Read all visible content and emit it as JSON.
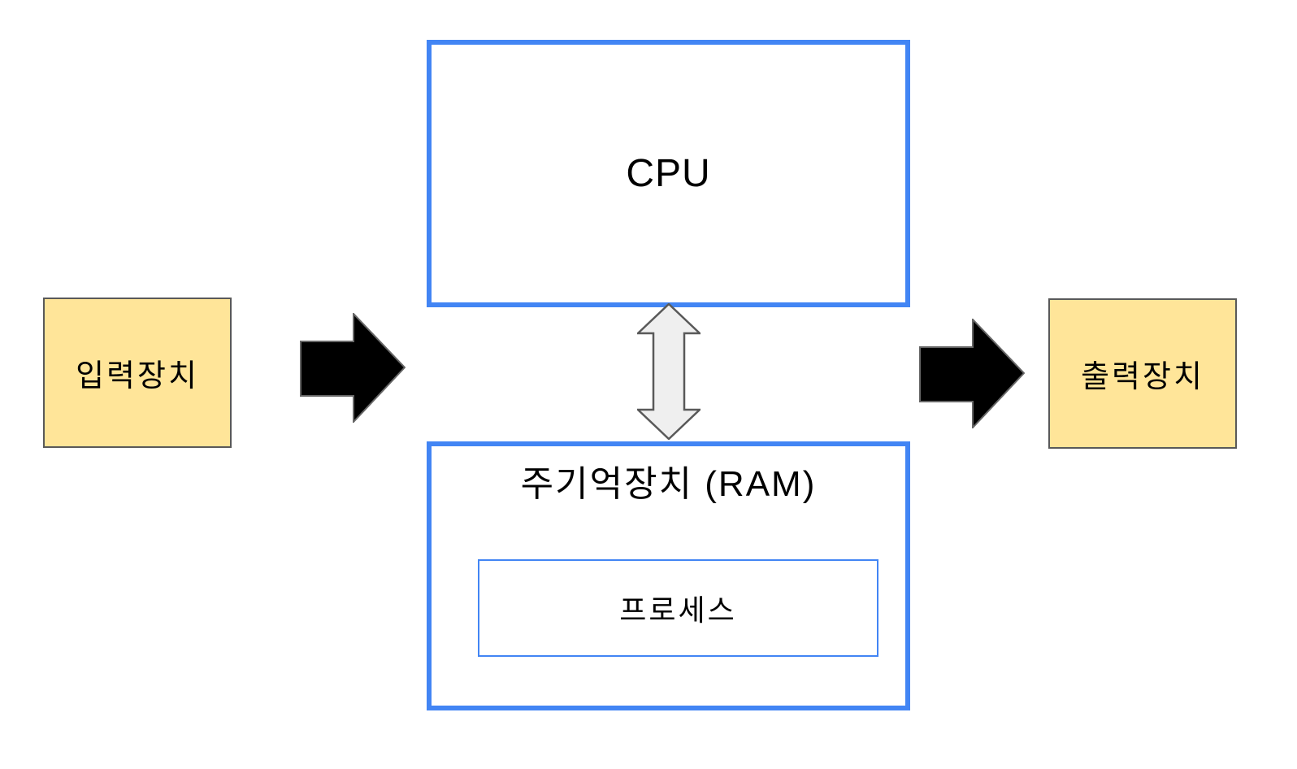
{
  "diagram": {
    "nodes": {
      "cpu": {
        "label": "CPU"
      },
      "ram": {
        "label": "주기억장치 (RAM)"
      },
      "process": {
        "label": "프로세스"
      },
      "input_device": {
        "label": "입력장치"
      },
      "output_device": {
        "label": "출력장치"
      }
    },
    "connectors": {
      "input_to_cpu": {
        "type": "block-arrow-right"
      },
      "cpu_to_output": {
        "type": "block-arrow-right"
      },
      "cpu_ram_bus": {
        "type": "block-arrow-vertical-double"
      }
    },
    "colors": {
      "background": "#ffffff",
      "box_border_blue": "#4285f4",
      "device_fill_yellow": "#ffe599",
      "device_border_gray": "#595959",
      "black_arrow_fill": "#000000",
      "black_arrow_stroke": "#666666",
      "double_arrow_fill": "#efefef",
      "double_arrow_stroke": "#595959",
      "text": "#000000"
    }
  }
}
